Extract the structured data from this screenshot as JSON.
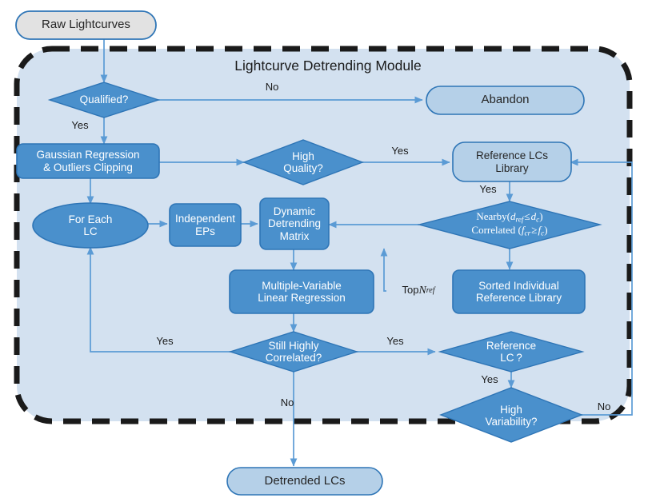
{
  "diagram": {
    "title": "Lightcurve Detrending Module",
    "colors": {
      "module_fill": "#d3e1f0",
      "module_border": "#1a1a1a",
      "process_fill": "#4a90cc",
      "process_border": "#2e75b6",
      "decision_fill": "#4a90cc",
      "terminal_fill": "#b5d0e8",
      "terminal_border": "#2e75b6",
      "start_fill": "#e2e2e2",
      "arrow": "#5b9bd5",
      "node_text": "#ffffff",
      "dark_text": "#262626"
    }
  },
  "nodes": {
    "raw_lightcurves": {
      "label": "Raw Lightcurves",
      "shape": "terminal"
    },
    "qualified": {
      "label": "Qualified?",
      "shape": "decision"
    },
    "abandon": {
      "label": "Abandon",
      "shape": "terminal"
    },
    "gaussian_regression": {
      "line1": "Gaussian Regression",
      "line2": "& Outliers Clipping",
      "shape": "process"
    },
    "high_quality": {
      "line1": "High",
      "line2": "Quality?",
      "shape": "decision"
    },
    "reference_lcs_library": {
      "line1": "Reference LCs",
      "line2": "Library",
      "shape": "terminal"
    },
    "for_each_lc": {
      "line1": "For Each",
      "line2": "LC",
      "shape": "ellipse"
    },
    "independent_eps": {
      "line1": "Independent",
      "line2": "EPs",
      "shape": "process"
    },
    "dynamic_detrending_matrix": {
      "line1": "Dynamic",
      "line2": "Detrending",
      "line3": "Matrix",
      "shape": "process"
    },
    "nearby_correlated": {
      "line1_prefix": "Nearby(",
      "line1_var": "d",
      "line1_var_sub": "ref",
      "line1_op": "≤",
      "line1_var2": "d",
      "line1_var2_sub": "c",
      "line1_suffix": ")",
      "line2_prefix": "Correlated (",
      "line2_var": "f",
      "line2_var_sub": "cr",
      "line2_op": "≥",
      "line2_var2": "f",
      "line2_var2_sub": "c",
      "line2_suffix": ")",
      "shape": "decision"
    },
    "multiple_variable_linear_regression": {
      "line1": "Multiple-Variable",
      "line2": "Linear Regression",
      "shape": "process"
    },
    "sorted_individual_reference_library": {
      "line1": "Sorted Individual",
      "line2": "Reference Library",
      "shape": "process"
    },
    "still_highly_correlated": {
      "line1": "Still Highly",
      "line2": "Correlated?",
      "shape": "decision"
    },
    "reference_lc": {
      "line1": "Reference",
      "line2": "LC ?",
      "shape": "decision"
    },
    "high_variability": {
      "line1": "High",
      "line2": "Variability?",
      "shape": "decision"
    },
    "detrended_lcs": {
      "label": "Detrended LCs",
      "shape": "terminal"
    }
  },
  "edge_labels": {
    "qualified_no": "No",
    "qualified_yes": "Yes",
    "high_quality_yes": "Yes",
    "reference_library_yes": "Yes",
    "top_nref_prefix": "Top ",
    "top_nref_var": "N",
    "top_nref_sub": "ref",
    "still_correlated_yes": "Yes",
    "still_correlated_no": "No",
    "reference_lc_yes": "Yes",
    "high_variability_no": "No",
    "still_correlated_right_yes": "Yes"
  }
}
